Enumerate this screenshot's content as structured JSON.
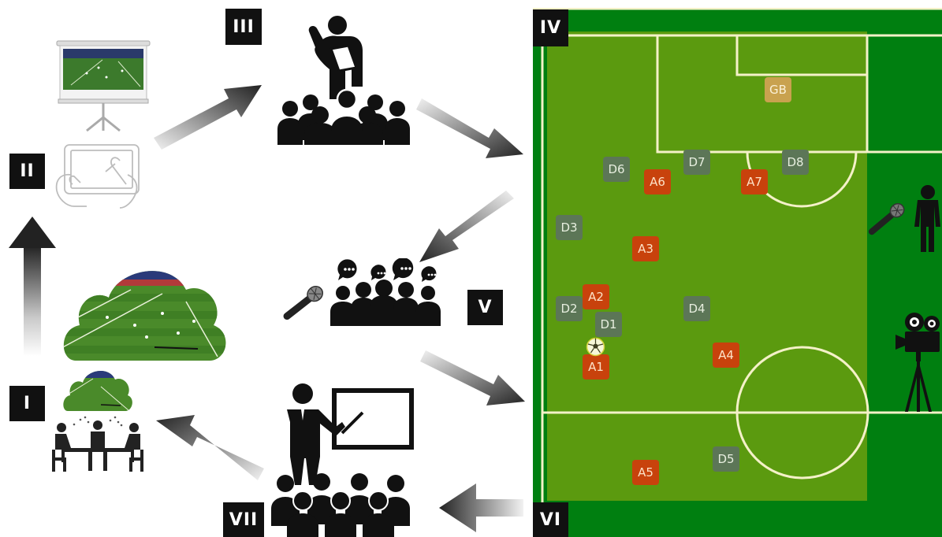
{
  "stages": {
    "s1": "I",
    "s2": "II",
    "s3": "III",
    "s4": "IV",
    "s5": "V",
    "s6": "VI",
    "s7": "VII"
  },
  "players": [
    {
      "id": "gb",
      "label": "GB",
      "team": "goalkeeper"
    },
    {
      "id": "d6",
      "label": "D6",
      "team": "defender"
    },
    {
      "id": "d7",
      "label": "D7",
      "team": "defender"
    },
    {
      "id": "d8",
      "label": "D8",
      "team": "defender"
    },
    {
      "id": "a6",
      "label": "A6",
      "team": "attacker"
    },
    {
      "id": "a7",
      "label": "A7",
      "team": "attacker"
    },
    {
      "id": "d3",
      "label": "D3",
      "team": "defender"
    },
    {
      "id": "a3",
      "label": "A3",
      "team": "attacker"
    },
    {
      "id": "a2",
      "label": "A2",
      "team": "attacker"
    },
    {
      "id": "d2",
      "label": "D2",
      "team": "defender"
    },
    {
      "id": "d1",
      "label": "D1",
      "team": "defender"
    },
    {
      "id": "d4",
      "label": "D4",
      "team": "defender"
    },
    {
      "id": "a1",
      "label": "A1",
      "team": "attacker"
    },
    {
      "id": "a4",
      "label": "A4",
      "team": "attacker"
    },
    {
      "id": "d5",
      "label": "D5",
      "team": "defender"
    },
    {
      "id": "a5",
      "label": "A5",
      "team": "attacker"
    }
  ],
  "colors": {
    "attacker": "#c8420c",
    "defender": "#5c7657",
    "goalkeeper": "#c9a24f",
    "pitch_dark": "#007f10",
    "pitch_light": "#5b9a0f"
  }
}
